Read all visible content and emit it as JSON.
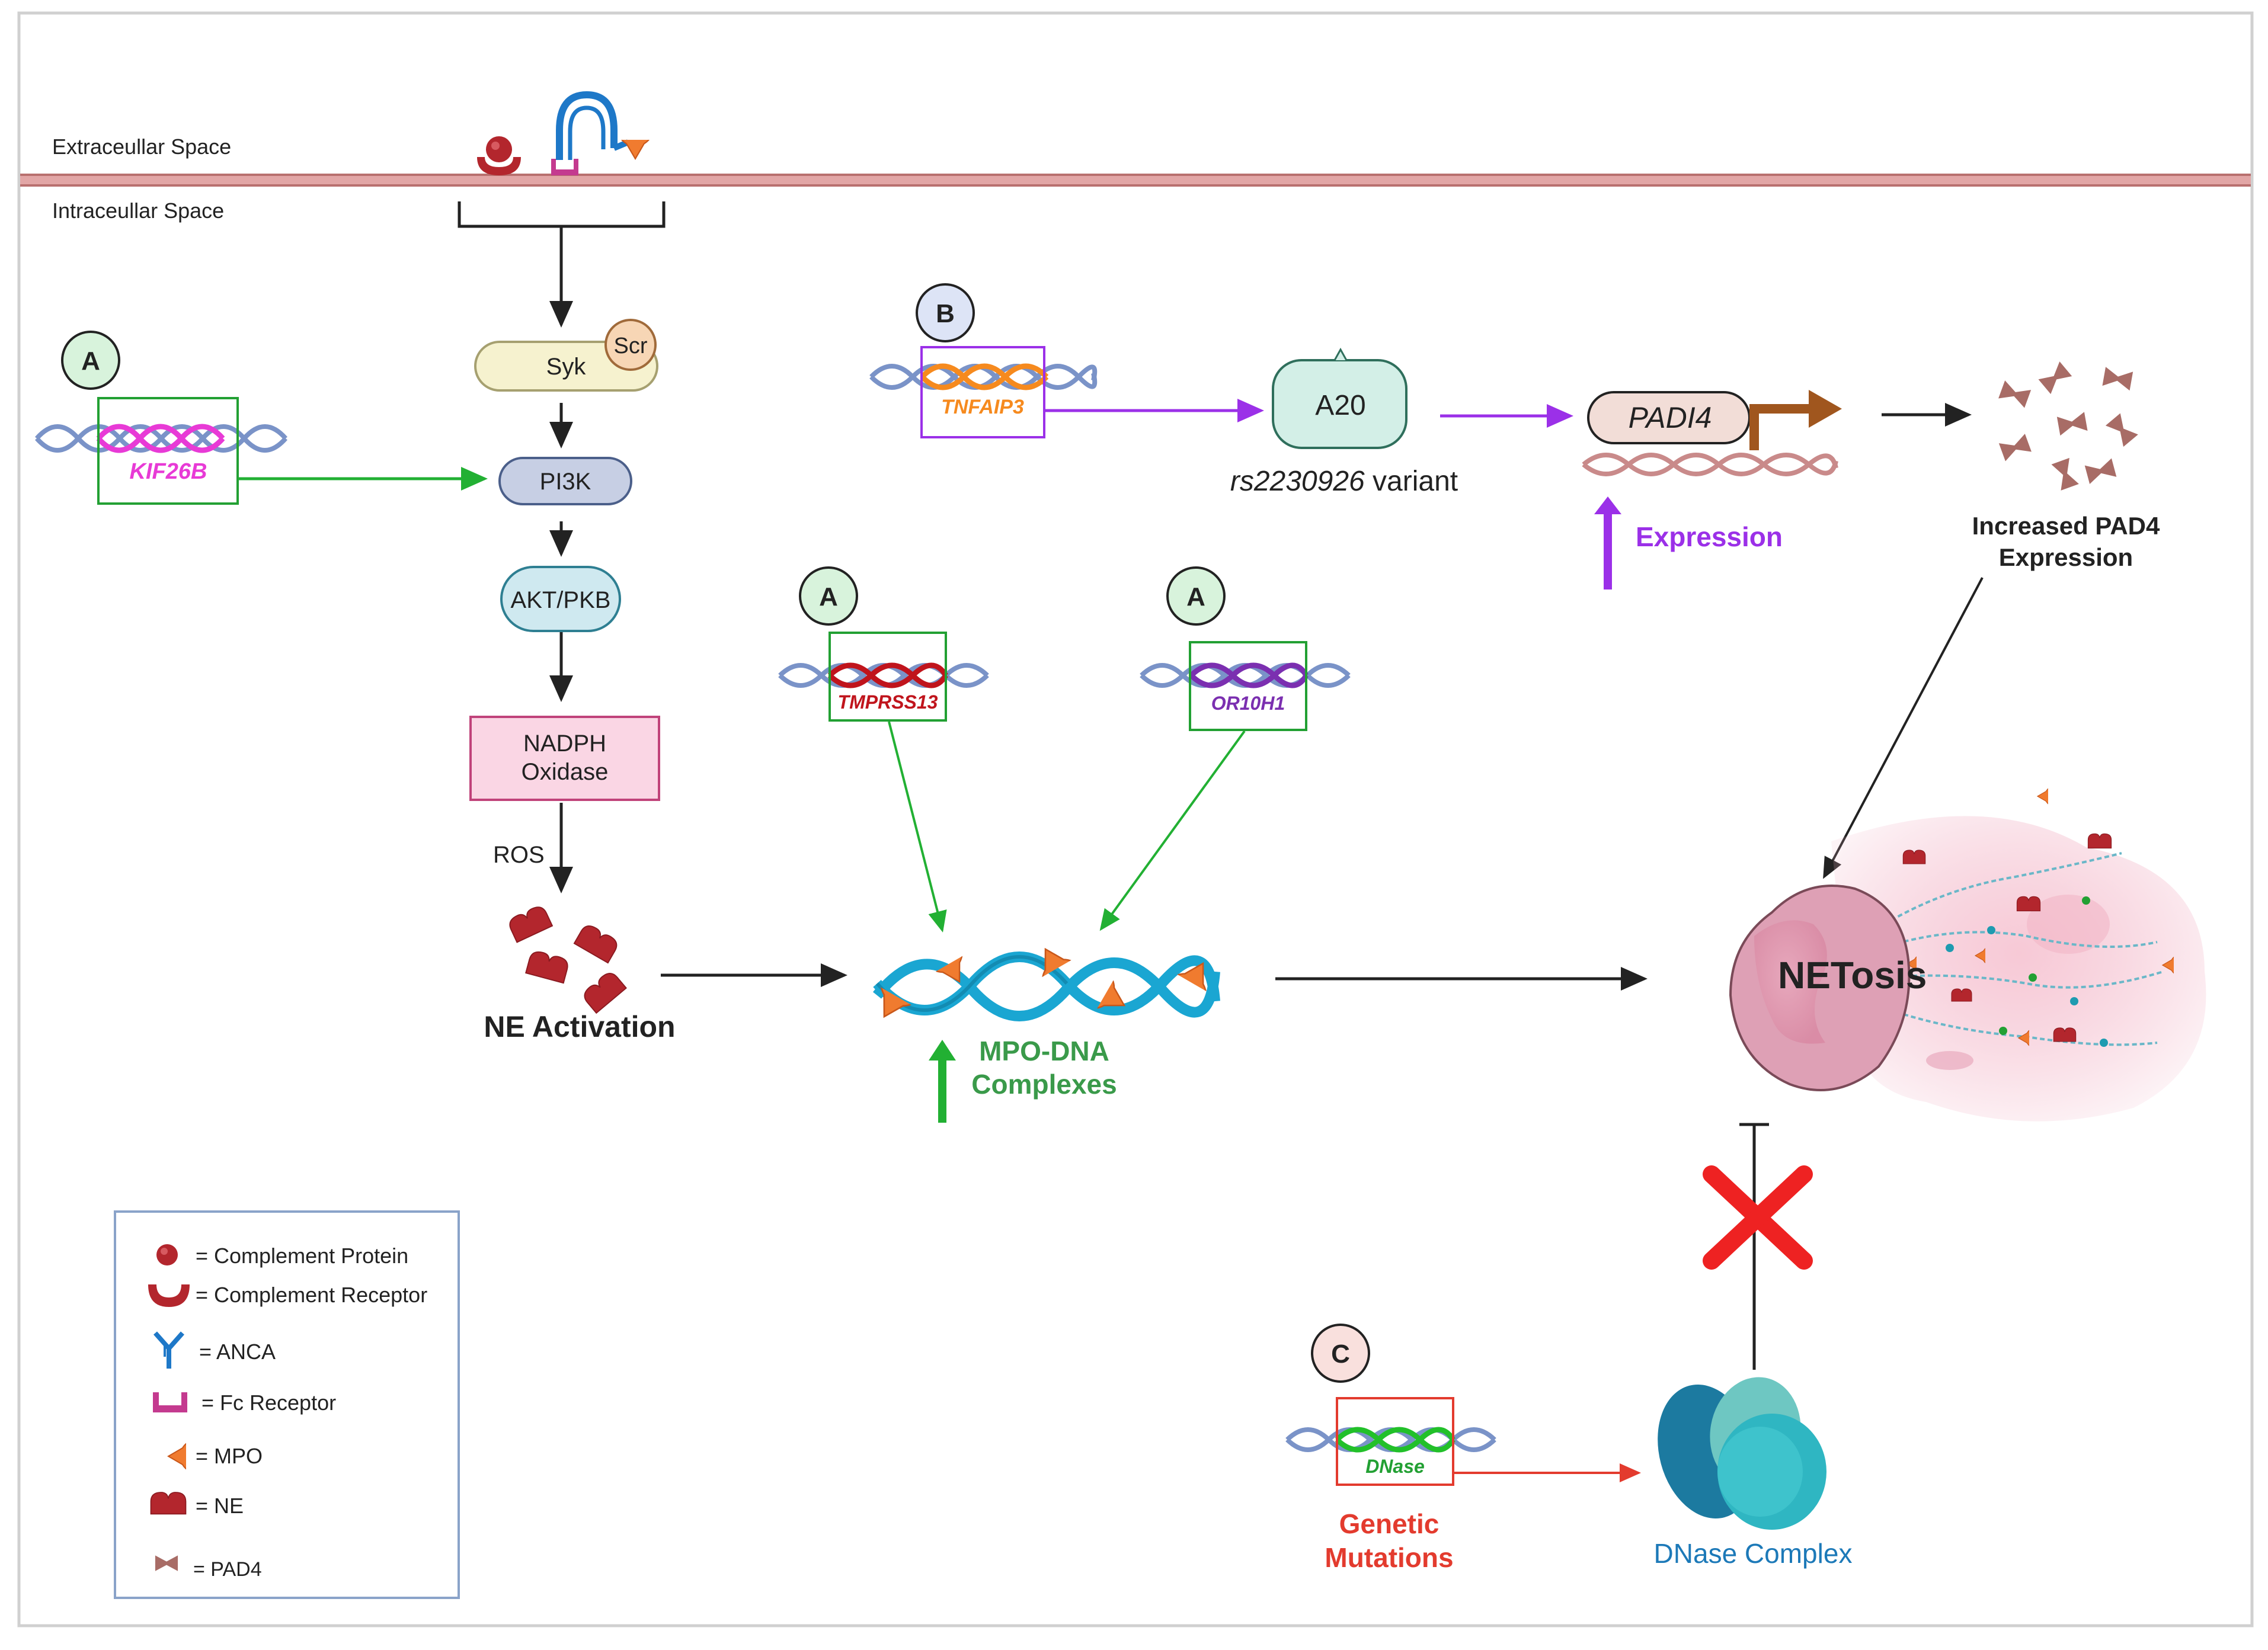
{
  "membrane": {
    "extracellular_label": "Extraceullar Space",
    "intracellular_label": "Intraceullar Space"
  },
  "pathway": {
    "syk": "Syk",
    "scr": "Scr",
    "pi3k": "PI3K",
    "akt": "AKT/PKB",
    "nadph_line1": "NADPH",
    "nadph_line2": "Oxidase",
    "ros": "ROS",
    "ne_activation": "NE Activation"
  },
  "badges": {
    "a": "A",
    "b": "B",
    "c": "C"
  },
  "genes": {
    "kif26b": "KIF26B",
    "tnfaip3": "TNFAIP3",
    "tmprss13": "TMPRSS13",
    "or10h1": "OR10H1",
    "dnase": "DNase",
    "padi4": "PADI4"
  },
  "panel_b": {
    "a20": "A20",
    "variant_italic": "rs2230926",
    "variant_rest": " variant",
    "expression": "Expression",
    "increased_line1": "Increased  PAD4",
    "increased_line2": "Expression"
  },
  "center": {
    "mpo_dna_line1": "MPO-DNA",
    "mpo_dna_line2": "Complexes",
    "netosis": "NETosis"
  },
  "panel_c": {
    "genetic_line1": "Genetic",
    "genetic_line2": "Mutations",
    "dnase_complex": "DNase Complex"
  },
  "legend": {
    "complement_protein": "= Complement Protein",
    "complement_receptor": "= Complement Receptor",
    "anca": "= ANCA",
    "fc_receptor": "= Fc Receptor",
    "mpo": "= MPO",
    "ne": "= NE",
    "pad4": "= PAD4"
  },
  "colors": {
    "green_arrow": "#22b033",
    "purple_arrow": "#9b30e8",
    "red_arrow": "#e33b2e",
    "kif26b": "#e83ad6",
    "tnfaip3": "#f68a1e",
    "tmprss13": "#c0141c",
    "or10h1": "#7b2fb0",
    "dnase": "#22c02a",
    "mpo": "#f07b2f",
    "ne": "#b3262d",
    "pad4": "#a86c66",
    "dna_blue": "#1aa6d2"
  }
}
